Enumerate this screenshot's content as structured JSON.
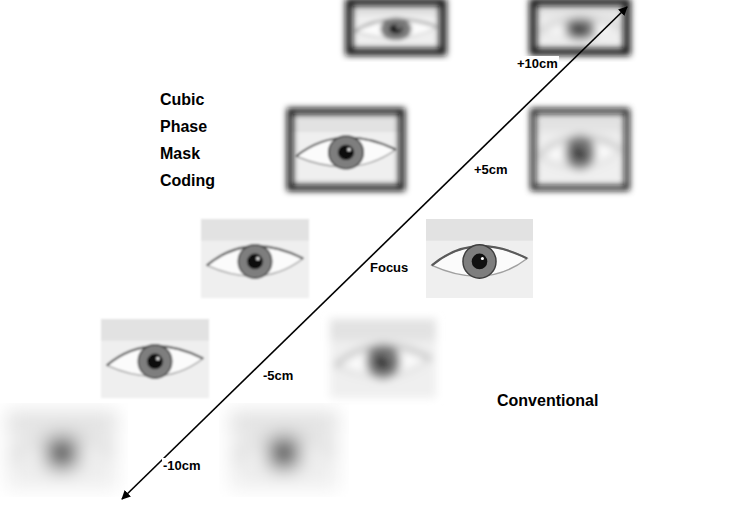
{
  "diagram": {
    "labels": [
      "Cubic Phase Mask Coding",
      "+10cm",
      "+5cm",
      "Focus",
      "-5cm",
      "-10cm",
      "Conventional"
    ]
  }
}
